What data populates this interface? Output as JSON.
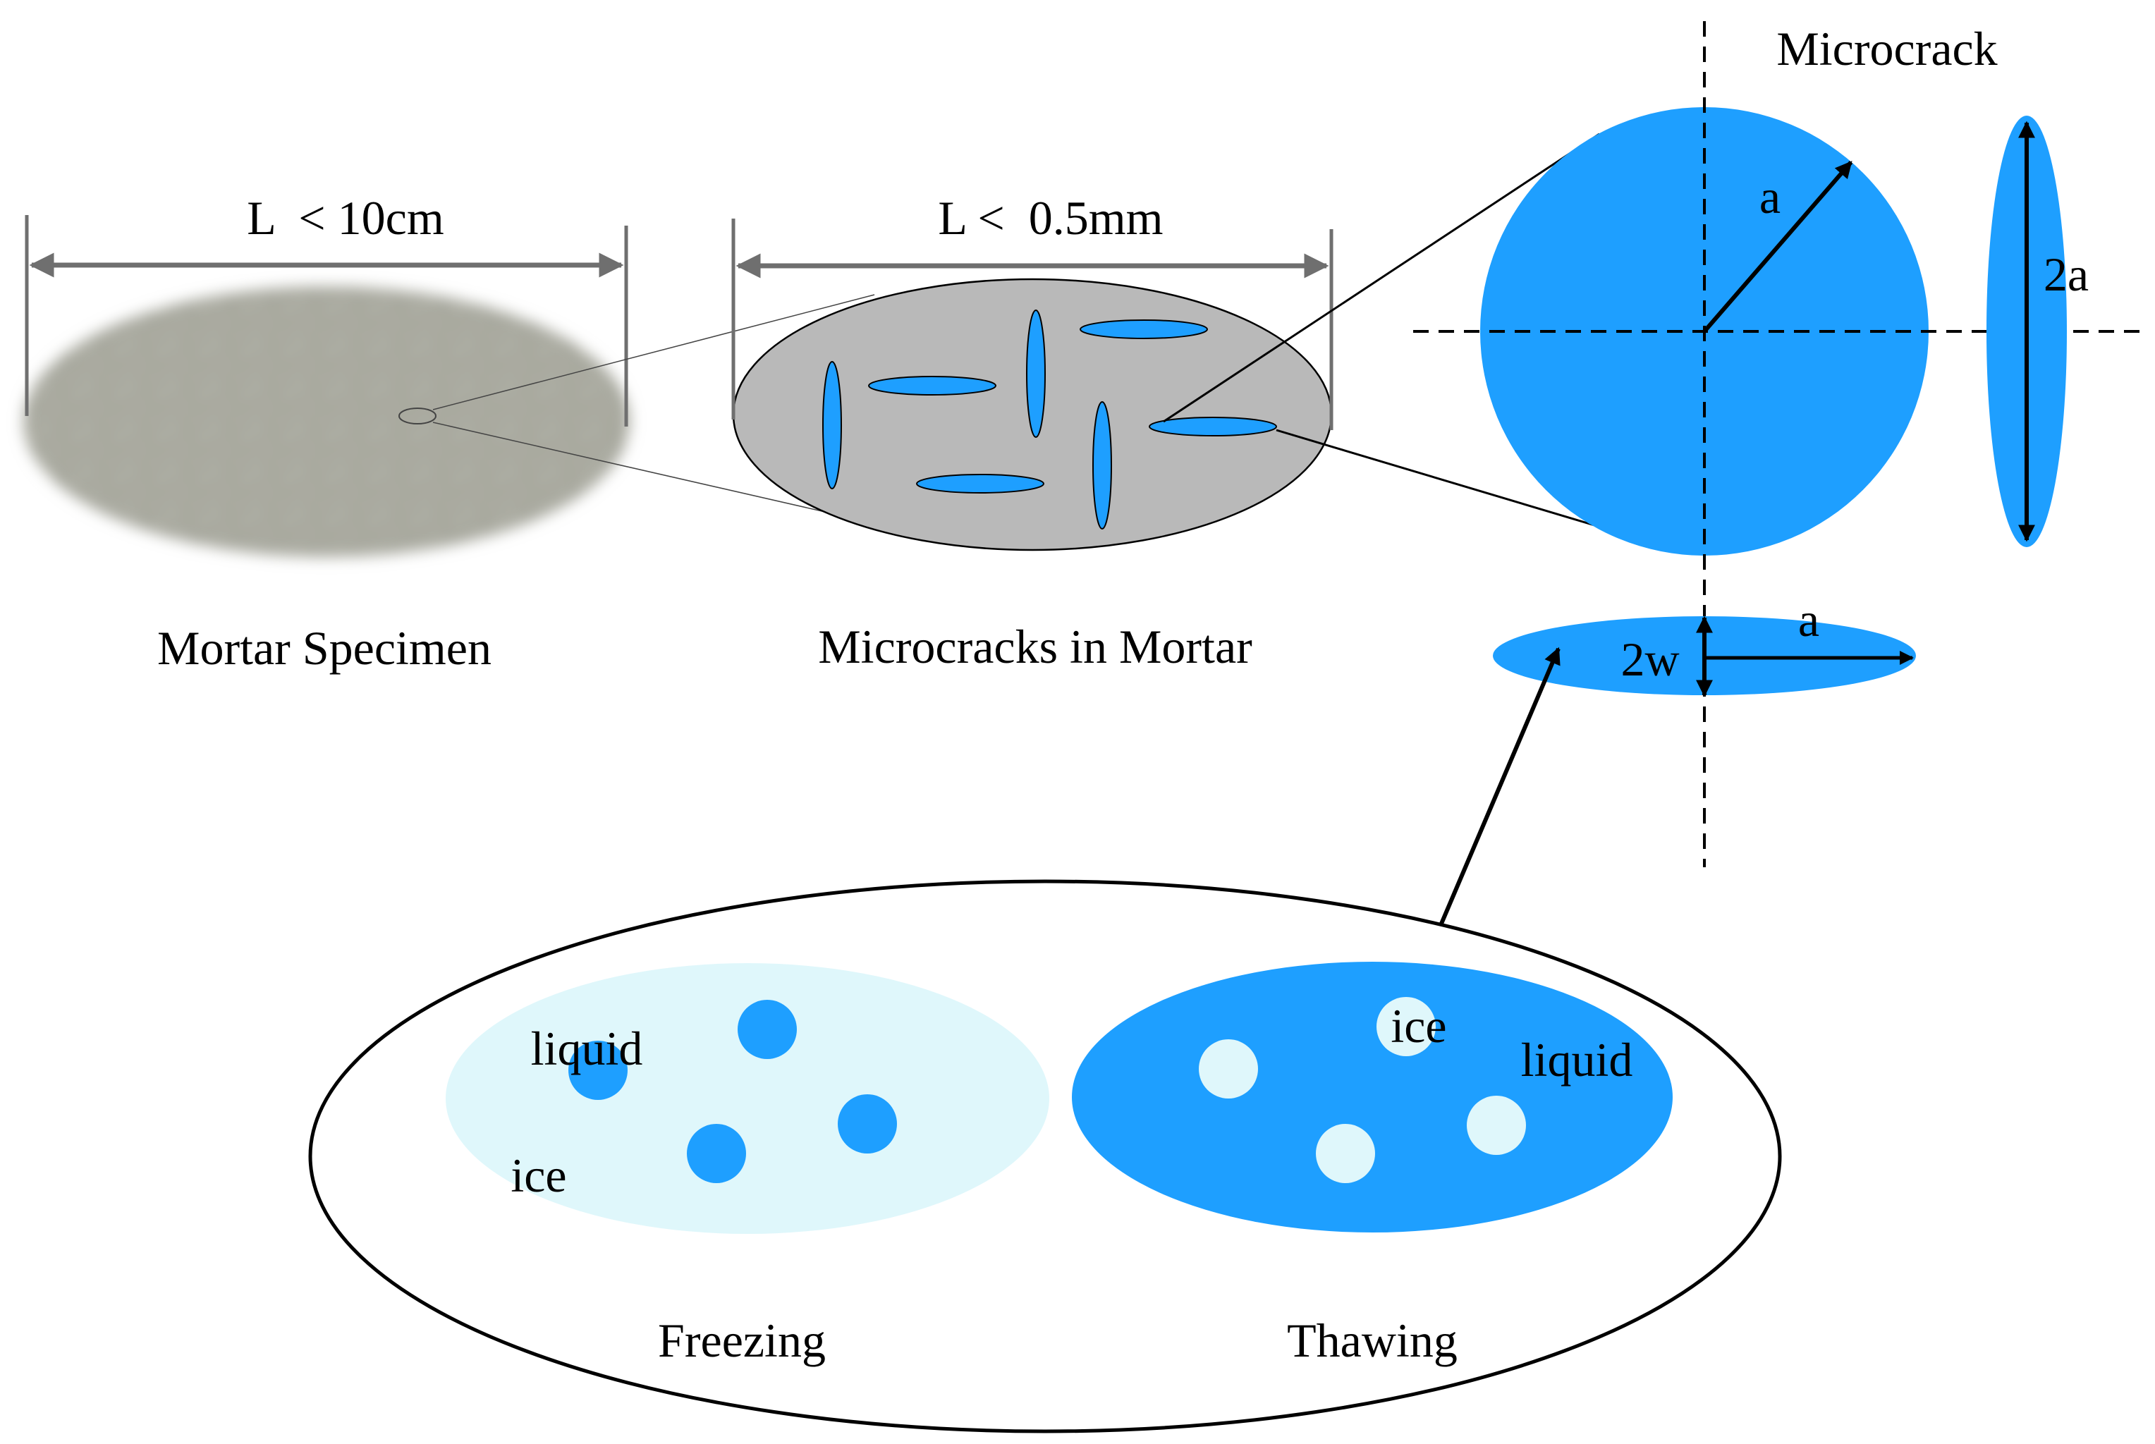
{
  "specimen": {
    "dimension_label": "L  < 10cm",
    "caption": "Mortar Specimen"
  },
  "mortar": {
    "dimension_label": "L <  0.5mm",
    "caption": "Microcracks in Mortar"
  },
  "microcrack": {
    "title": "Microcrack",
    "radius_label": "a",
    "height_label": "2a",
    "width_label": "2w",
    "half_length_label": "a"
  },
  "phase": {
    "freezing": {
      "caption": "Freezing",
      "liquid_label": "liquid",
      "ice_label": "ice"
    },
    "thawing": {
      "caption": "Thawing",
      "ice_label": "ice",
      "liquid_label": "liquid"
    }
  },
  "colors": {
    "crack_blue": "#1e9fff",
    "ice_pale": "#dff7fb",
    "mortar_gray": "#b9b9b9",
    "specimen_gray": "#a9aaa2",
    "dimension_gray": "#6f6f6f"
  }
}
